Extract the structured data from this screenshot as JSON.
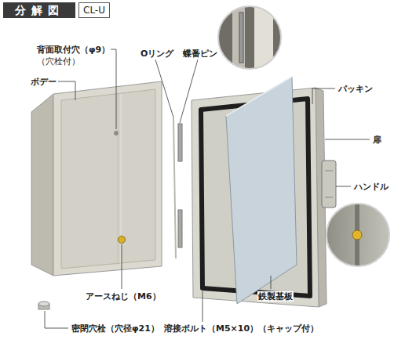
{
  "diagram": {
    "title": "分解図",
    "nodes": [
      {
        "text": [
          "CL-U"
        ]
      }
    ],
    "labels": [
      "背面取付穴（φ9）",
      "（穴栓付）",
      "Oリング",
      "蝶番ピン",
      "ボデー",
      "パッキン",
      "扉",
      "ハンドル",
      "アースねじ（M6）",
      "鉄製基板",
      "密閉穴栓（穴径φ21）",
      "溶接ボルト（M5×10）（キャップ付）"
    ]
  }
}
